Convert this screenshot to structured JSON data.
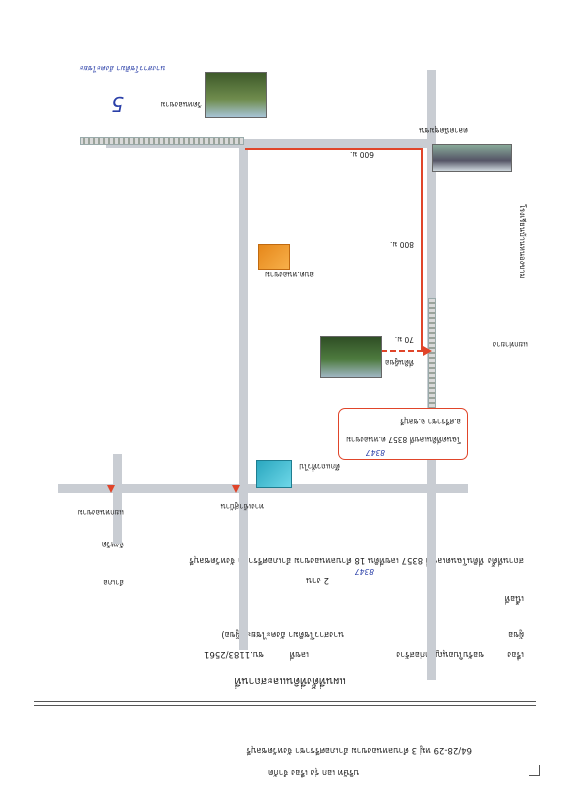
{
  "header": {
    "company": "บริษัท เอก รุ่ง เรือง จำกัด",
    "address": "64/28-29 หมู่ 3 ตำบลหนองขาม อำเภอศรีราชา จังหวัดชลบุรี"
  },
  "form": {
    "title": "แผนที่ตั้งที่ดินและสถานที่",
    "subject_label": "เรื่อง",
    "subject_value": "ขอรับใบอนุญาตก่อสร้าง",
    "doc_label": "เลขที่",
    "doc_value": "ชบ.1183/2561",
    "owner_label": "ผู้ขอ",
    "owner_value": "นางสาวโชติมา อังคะไชยะ (ผู้ขอ)",
    "location_label": "สถานที่ตั้ง",
    "location_value": "ที่ดินโฉนดเลขที่ 8357 เลขที่ดิน 18 ตำบลหนองขาม อำเภอศรีราชา จังหวัดชลบุรี",
    "area_label": "เนื้อที่",
    "area_value": "2 งาน",
    "plot_number_handwritten": "8347",
    "district": "อำเภอ",
    "province": "จังหวัด"
  },
  "map": {
    "landmarks": {
      "substation": "โรงเรียนบ้านหนองขาม",
      "orange_building": "อบต.หนองขาม",
      "market": "ตลาดนัดชุมชน",
      "cyan_building": "ตึกแถวทั่วไป",
      "temple": "วัดหนองขาม",
      "junction_left": "แยกหนองขาม",
      "junction_right": "ทางเข้าสู่บ้าน",
      "site_photo_label": "ที่ดินผู้ขอ",
      "roadside_label": "แยกท่ายาง"
    },
    "distances": {
      "top": "600 ม.",
      "right": "800 ม.",
      "short": "70 ม."
    },
    "site_box": {
      "line1": "โฉนดที่ดินเลขที่ 8357 ต.หนองขาม",
      "line2": "อ.ศรีราชา จ.ชลบุรี",
      "handwritten": "8347"
    },
    "signature": "นางสาวโชติมา อังคะไชยะ",
    "sign_number": "5"
  }
}
